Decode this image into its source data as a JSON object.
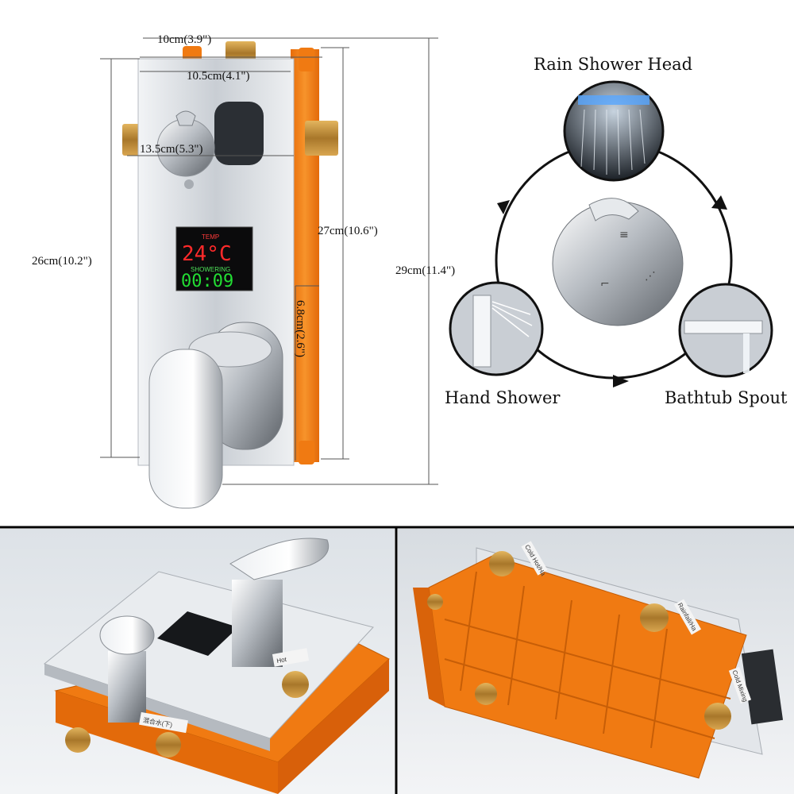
{
  "dimensions": {
    "top_width": "10cm(3.9\")",
    "plate_width": "10.5cm(4.1\")",
    "depth_inner": "13.5cm(5.3\")",
    "plate_height": "26cm(10.2\")",
    "box_height": "27cm(10.6\")",
    "total_height": "29cm(11.4\")",
    "box_depth": "6.8cm(2.6\")"
  },
  "display": {
    "temp_label": "TEMP",
    "temperature": "24°C",
    "mode_label": "SHOWERING",
    "time": "00:09"
  },
  "diverter": {
    "rain": "Rain Shower Head",
    "hand": "Hand Shower",
    "bathtub": "Bathtub Spout"
  },
  "photo_labels": {
    "hot": "Hot",
    "mixed": "混合水(下)",
    "rear_top": "Cold Hot/Ha",
    "rear_mid": "Rainfall/Ha",
    "rear_bottom": "Cold Mixing"
  },
  "colors": {
    "orange": "#f07a12",
    "chrome": "#d9dde2",
    "brass": "#c29238",
    "dimension_line": "#555555"
  }
}
